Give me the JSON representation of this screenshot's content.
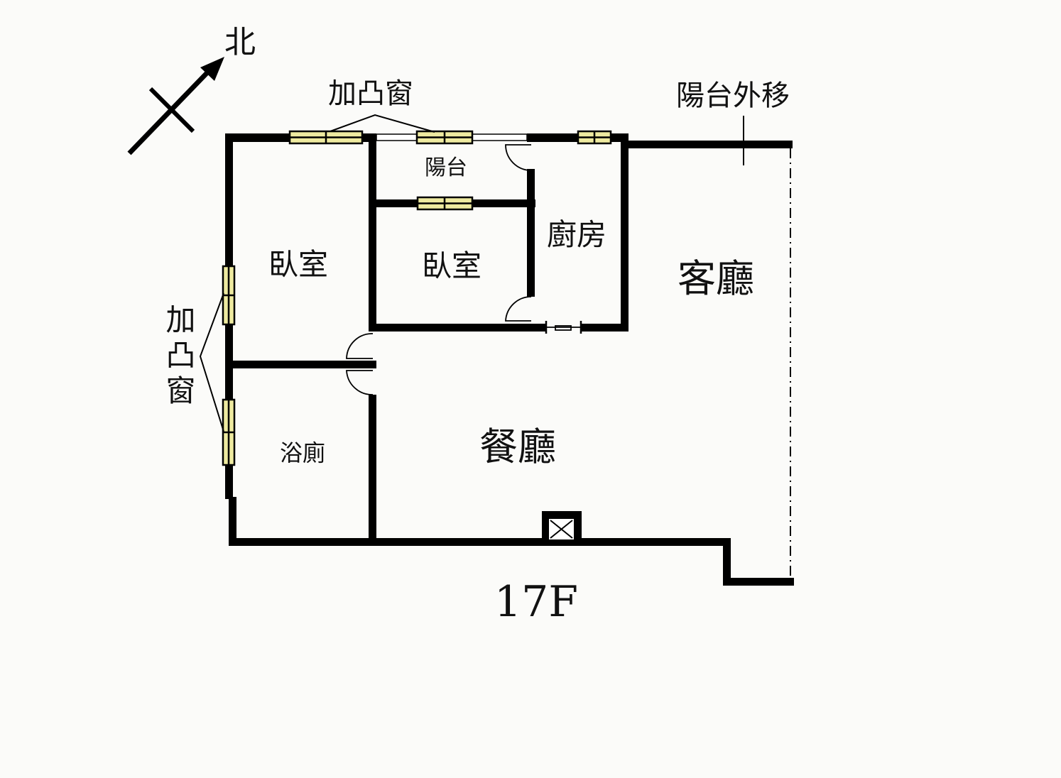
{
  "floor_label": "17F",
  "compass": {
    "label": "北",
    "icon": "north-arrow-icon"
  },
  "annotations": {
    "bay_window_top": "加凸窗",
    "bay_window_left": "加凸窗",
    "balcony_moved_out": "陽台外移"
  },
  "rooms": {
    "bedroom_west": "臥室",
    "bedroom_middle": "臥室",
    "balcony": "陽台",
    "kitchen": "廚房",
    "living_room": "客廳",
    "dining_room": "餐廳",
    "bathroom": "浴廁"
  },
  "colors": {
    "wall": "#000000",
    "window_fill": "#eeeaa0",
    "background": "#fbfbf9"
  }
}
